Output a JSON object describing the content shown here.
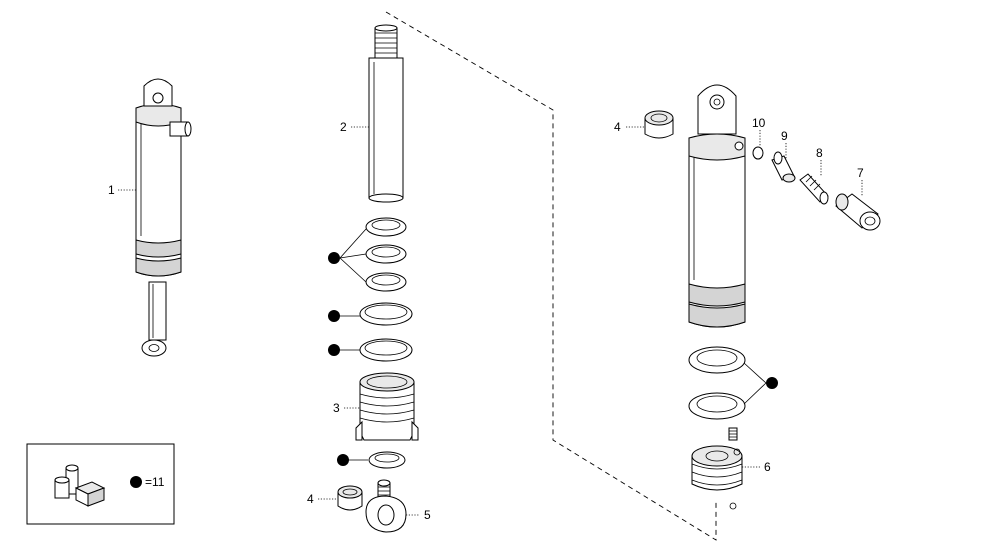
{
  "callouts": {
    "c1": "1",
    "c2": "2",
    "c3": "3",
    "c4a": "4",
    "c4b": "4",
    "c5": "5",
    "c6": "6",
    "c7": "7",
    "c8": "8",
    "c9": "9",
    "c10": "10"
  },
  "kit_legend": {
    "text": "=11"
  }
}
